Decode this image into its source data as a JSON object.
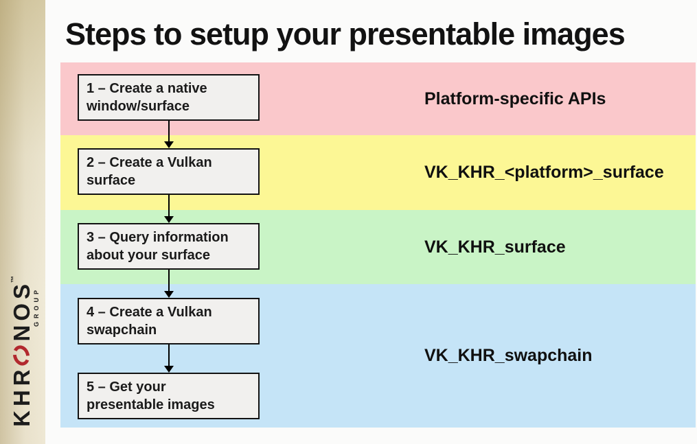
{
  "title": "Steps to setup your presentable images",
  "logo": {
    "brand_pre": "KHR",
    "brand_post": "NOS",
    "trademark": "™",
    "group": "GROUP"
  },
  "steps": [
    {
      "line1": "1 – Create a native",
      "line2": "window/surface"
    },
    {
      "line1": "2 – Create a Vulkan",
      "line2": "surface"
    },
    {
      "line1": "3 – Query information",
      "line2": "about your surface"
    },
    {
      "line1": "4 – Create a Vulkan",
      "line2": "swapchain"
    },
    {
      "line1": "5 – Get your",
      "line2": "presentable images"
    }
  ],
  "bands": [
    {
      "label": "Platform-specific APIs",
      "color": "#fac8cb"
    },
    {
      "label": "VK_KHR_<platform>_surface",
      "color": "#fcf795"
    },
    {
      "label": "VK_KHR_surface",
      "color": "#c9f4c6"
    },
    {
      "label": "VK_KHR_swapchain",
      "color": "#c5e4f7"
    }
  ],
  "colors": {
    "brand_red": "#b2292e",
    "box_fill": "#f1f0ee",
    "sidebar_cream": "#f2ecda"
  }
}
